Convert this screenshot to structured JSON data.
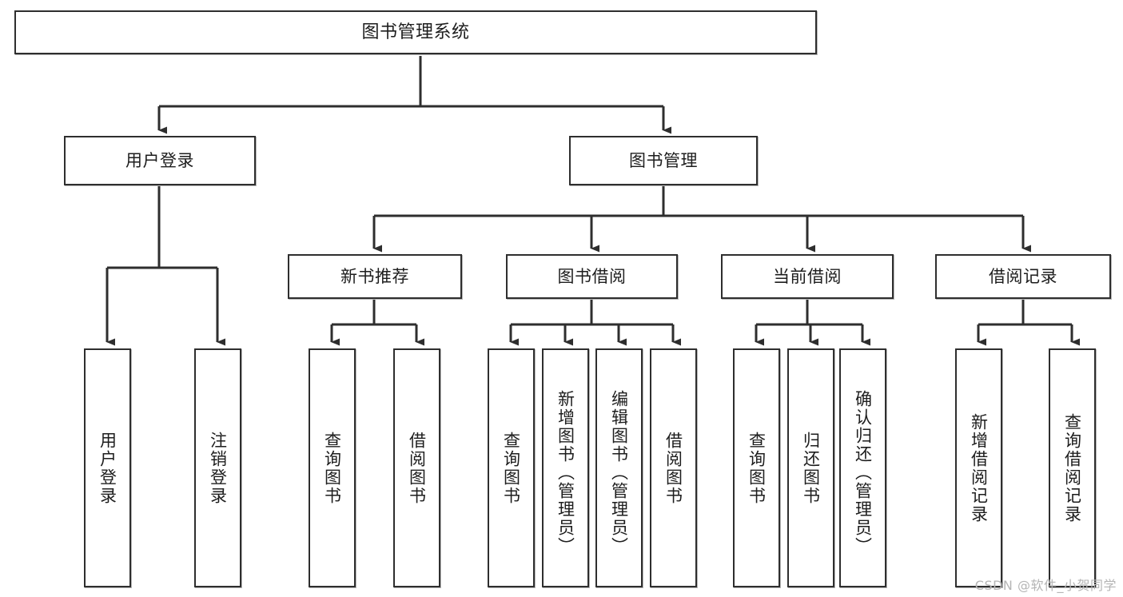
{
  "diagram": {
    "title": "图书管理系统",
    "type": "tree-hierarchy-chart",
    "watermark": "CSDN @软件_小贺同学",
    "colors": {
      "background": "#ffffff",
      "border": "#2e2e2e",
      "text": "#1d1d1d",
      "connector": "#2e2e2e",
      "shadow": "#b9b9b9",
      "watermark": "#b5b5b5"
    },
    "root": {
      "label": "图书管理系统"
    },
    "level2": [
      {
        "label": "用户登录"
      },
      {
        "label": "图书管理"
      }
    ],
    "level3": [
      {
        "label": "新书推荐"
      },
      {
        "label": "图书借阅"
      },
      {
        "label": "当前借阅"
      },
      {
        "label": "借阅记录"
      }
    ],
    "leaves": {
      "user_login": [
        {
          "label": "用户登录"
        },
        {
          "label": "注销登录"
        }
      ],
      "new_book_recommend": [
        {
          "label": "查询图书"
        },
        {
          "label": "借阅图书"
        }
      ],
      "book_borrow": [
        {
          "label": "查询图书"
        },
        {
          "label": "新增图书（管理员）"
        },
        {
          "label": "编辑图书（管理员）"
        },
        {
          "label": "借阅图书"
        }
      ],
      "current_borrow": [
        {
          "label": "查询图书"
        },
        {
          "label": "归还图书"
        },
        {
          "label": "确认归还（管理员）"
        }
      ],
      "borrow_record": [
        {
          "label": "新增借阅记录"
        },
        {
          "label": "查询借阅记录"
        }
      ]
    }
  }
}
